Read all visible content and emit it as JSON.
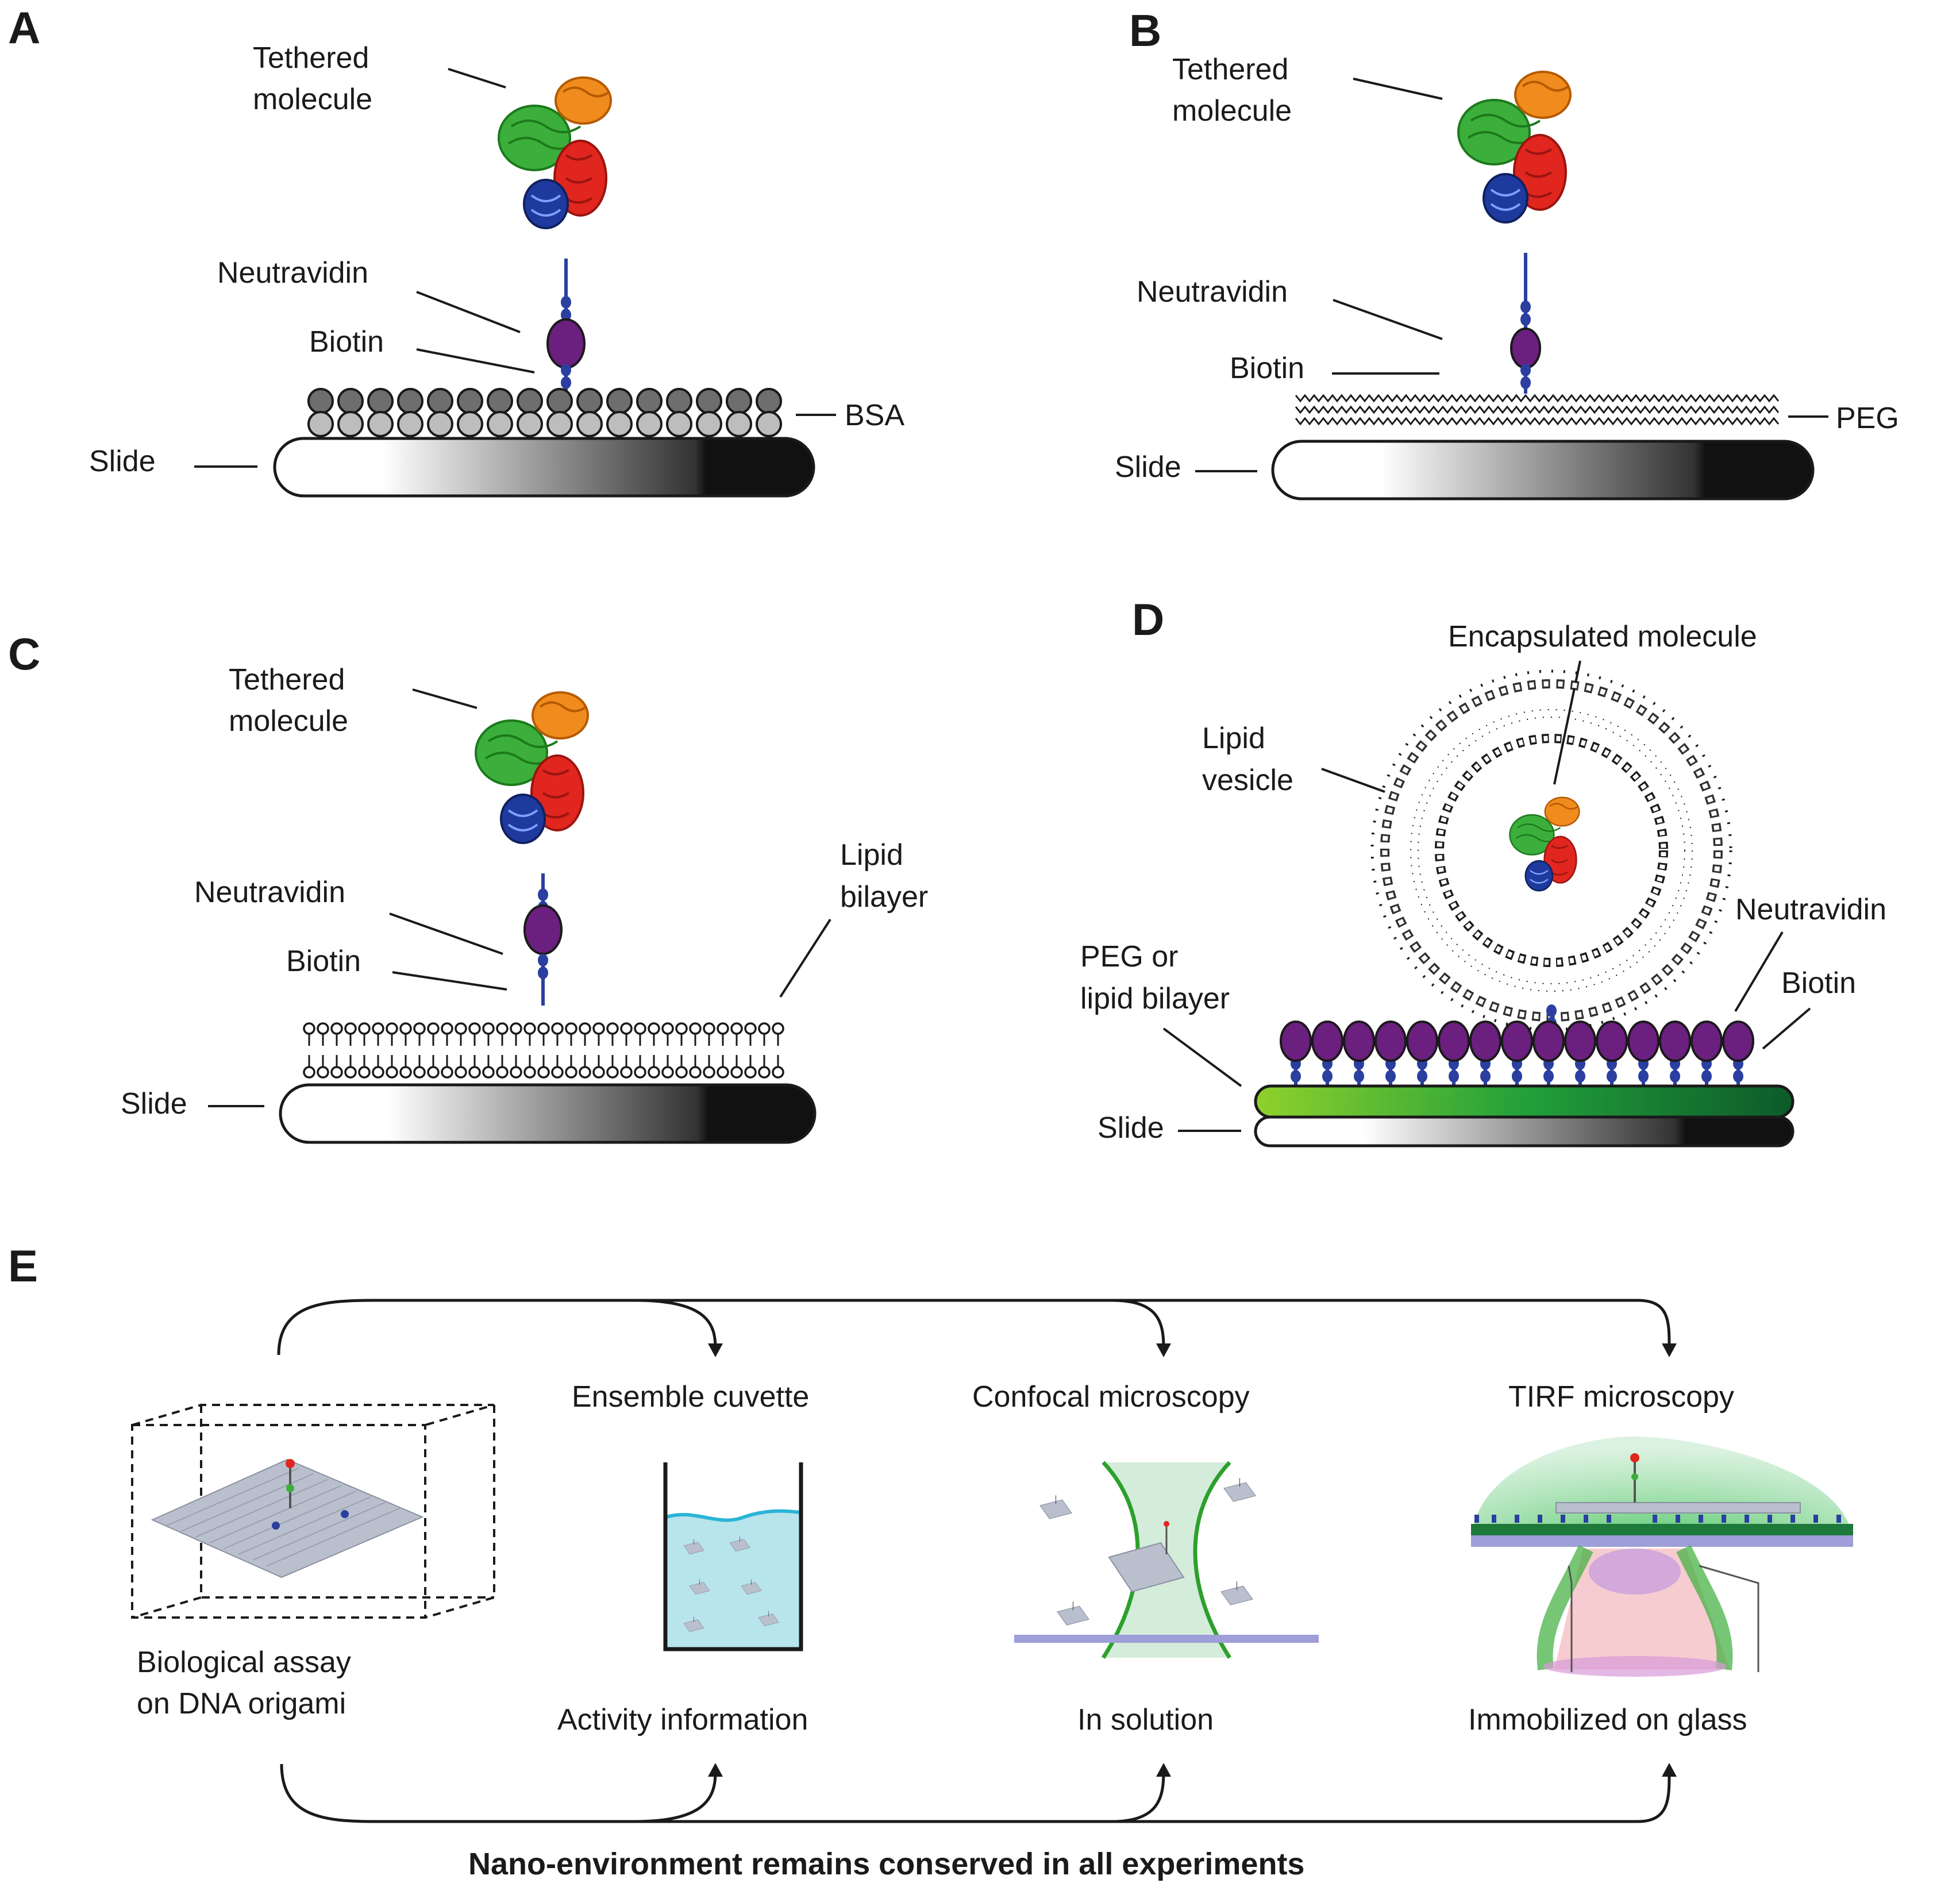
{
  "panels": {
    "A": {
      "letter": "A",
      "tethered": [
        "Tethered",
        "molecule"
      ],
      "neutravidin": "Neutravidin",
      "biotin": "Biotin",
      "surface": "BSA",
      "slide": "Slide"
    },
    "B": {
      "letter": "B",
      "tethered": [
        "Tethered",
        "molecule"
      ],
      "neutravidin": "Neutravidin",
      "biotin": "Biotin",
      "surface": "PEG",
      "slide": "Slide"
    },
    "C": {
      "letter": "C",
      "tethered": [
        "Tethered",
        "molecule"
      ],
      "neutravidin": "Neutravidin",
      "biotin": "Biotin",
      "surface": [
        "Lipid",
        "bilayer"
      ],
      "slide": "Slide"
    },
    "D": {
      "letter": "D",
      "encapsulated": "Encapsulated molecule",
      "vesicle": [
        "Lipid",
        "vesicle"
      ],
      "neutravidin": "Neutravidin",
      "biotin": "Biotin",
      "layer": [
        "PEG or",
        "lipid bilayer"
      ],
      "slide": "Slide"
    },
    "E": {
      "letter": "E",
      "origami": [
        "Biological assay",
        "on DNA origami"
      ],
      "methods": [
        "Ensemble cuvette",
        "Confocal microscopy",
        "TIRF microscopy"
      ],
      "outcomes": [
        "Activity information",
        "In solution",
        "Immobilized on glass"
      ],
      "footer": "Nano-environment remains conserved in all experiments"
    }
  },
  "colors": {
    "neutravidin": "#6b1f7f",
    "biotin": "#2a3fa0",
    "protein_orange": "#f08c1e",
    "protein_green": "#3cae3c",
    "protein_red": "#e0261e",
    "protein_blue": "#1f3a9e",
    "peg_layer_green": "#5cb82a",
    "cuvette_liquid": "#b8e4ec",
    "glass": "#9e9ed8"
  },
  "icons": [
    "protein-structure-icon",
    "neutravidin-icon",
    "biotin-icon",
    "slide-icon",
    "lipid-vesicle-icon",
    "dna-origami-icon",
    "cuvette-icon",
    "confocal-beam-icon",
    "tirf-icon"
  ]
}
